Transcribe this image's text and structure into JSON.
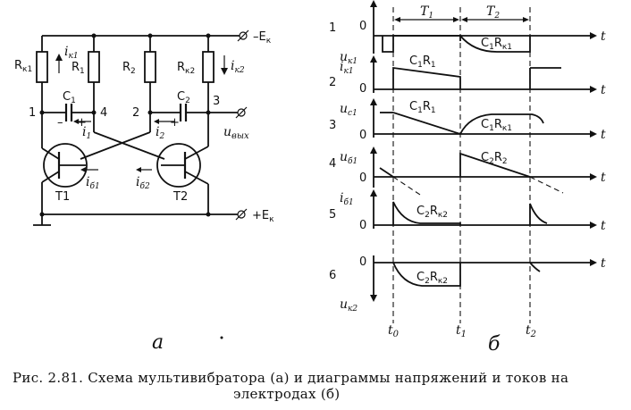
{
  "circuit": {
    "supply_neg": "–E",
    "supply_neg_sub": "к",
    "supply_pos": "+E",
    "supply_pos_sub": "к",
    "rk1": "R",
    "rk1_sub": "к1",
    "r1": "R",
    "r1_sub": "1",
    "r2": "R",
    "r2_sub": "2",
    "rk2": "R",
    "rk2_sub": "к2",
    "c1": "C",
    "c1_sub": "1",
    "c2": "C",
    "c2_sub": "2",
    "ik1": "i",
    "ik1_sub": "к1",
    "ik2": "i",
    "ik2_sub": "к2",
    "i1": "i",
    "i1_sub": "1",
    "i2": "i",
    "i2_sub": "2",
    "ib1": "i",
    "ib1_sub": "б1",
    "ib2": "i",
    "ib2_sub": "б2",
    "t1": "T1",
    "t2": "T2",
    "node1": "1",
    "node2": "2",
    "node3": "3",
    "node4": "4",
    "uout": "u",
    "uout_sub": "вых",
    "minus": "–",
    "plus": "+",
    "part_label": "а"
  },
  "diagrams": {
    "part_label": "б",
    "t_axis": "t",
    "zero": "0",
    "period1": "T",
    "period1_sub": "1",
    "period2": "T",
    "period2_sub": "2",
    "t0": "t",
    "t0_sub": "0",
    "t1": "t",
    "t1_sub": "1",
    "t2": "t",
    "t2_sub": "2",
    "rows": [
      {
        "num": "1",
        "sym": "u",
        "sub": "к1",
        "rc": "C",
        "rc_sub": "1",
        "rc2": "R",
        "rc2_sub": "к1"
      },
      {
        "num": "2",
        "sym": "i",
        "sub": "к1",
        "rc": "C",
        "rc_sub": "1",
        "rc2": "R",
        "rc2_sub": "1"
      },
      {
        "num": "3",
        "sym": "u",
        "sub": "c1",
        "rc_a": "C",
        "rc_a_sub": "1",
        "rc_a2": "R",
        "rc_a2_sub": "1",
        "rc_b": "C",
        "rc_b_sub": "1",
        "rc_b2": "R",
        "rc_b2_sub": "к1"
      },
      {
        "num": "4",
        "sym": "u",
        "sub": "б1",
        "rc": "C",
        "rc_sub": "2",
        "rc2": "R",
        "rc2_sub": "2"
      },
      {
        "num": "5",
        "sym": "i",
        "sub": "б1",
        "rc": "C",
        "rc_sub": "2",
        "rc2": "R",
        "rc2_sub": "к2"
      },
      {
        "num": "6",
        "sym": "u",
        "sub": "к2",
        "rc": "C",
        "rc_sub": "2",
        "rc2": "R",
        "rc2_sub": "к2"
      }
    ]
  },
  "caption": {
    "line1": "Рис. 2.81. Схема мультивибратора (а) и диаграммы напряжений и токов на",
    "line2": "электродах (б)"
  }
}
